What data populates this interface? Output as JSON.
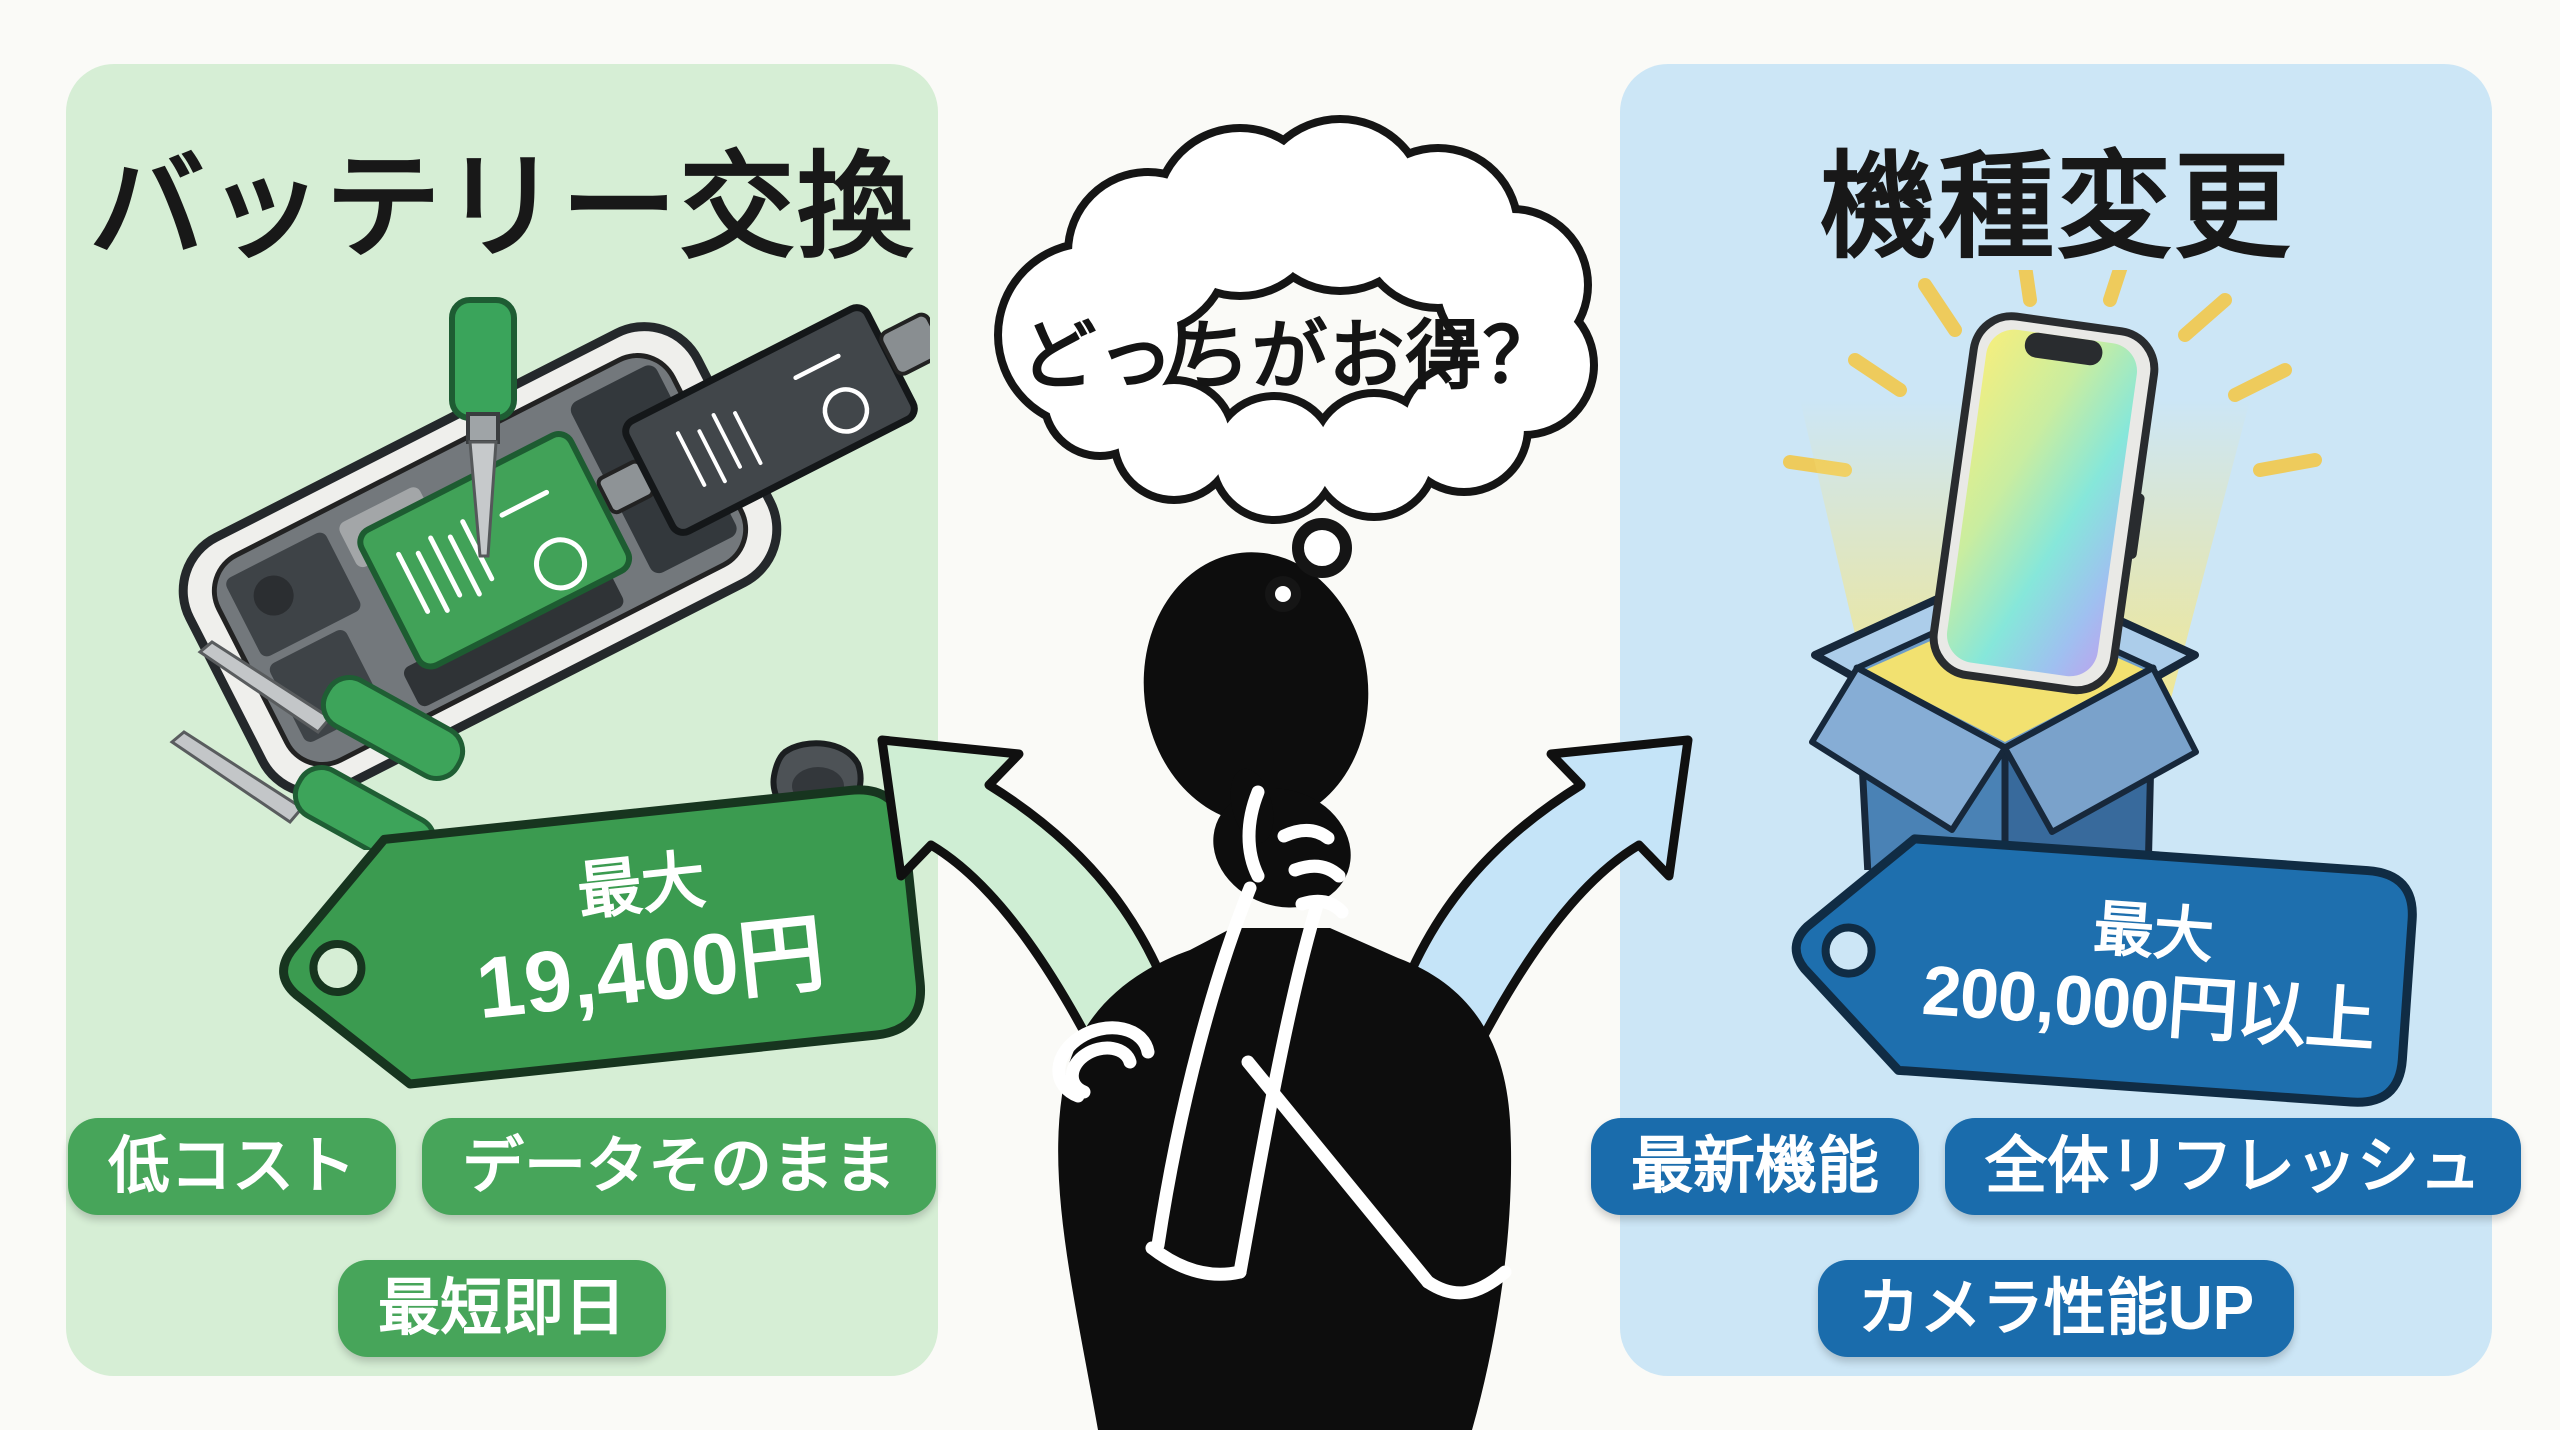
{
  "palette": {
    "page_bg": "#fafaf7",
    "outline": "#141414",
    "person_color": "#0d0d0d"
  },
  "center": {
    "question_bubble_text": "どっちがお得？"
  },
  "left": {
    "title": "バッテリー交換",
    "panel_bg": "#d6eed5",
    "accent": "#47a55a",
    "tag": {
      "line1": "最大",
      "line2": "19,400円",
      "fill": "#3b9b50",
      "border": "#17351f"
    },
    "badges": [
      "低コスト",
      "データそのまま",
      "最短即日"
    ],
    "arrow_fill": "#cfeed4",
    "illustration": "smartphone-opened-battery-replacement-with-tools"
  },
  "right": {
    "title": "機種変更",
    "panel_bg": "#cce6f6",
    "accent": "#1a6cac",
    "tag": {
      "line1": "最大",
      "line2": "200,000円以上",
      "fill": "#1e6fae",
      "border": "#102c44"
    },
    "badges": [
      "最新機能",
      "全体リフレッシュ",
      "カメラ性能UP"
    ],
    "arrow_fill": "#c5e4f8",
    "illustration": "new-glowing-smartphone-in-open-box"
  }
}
